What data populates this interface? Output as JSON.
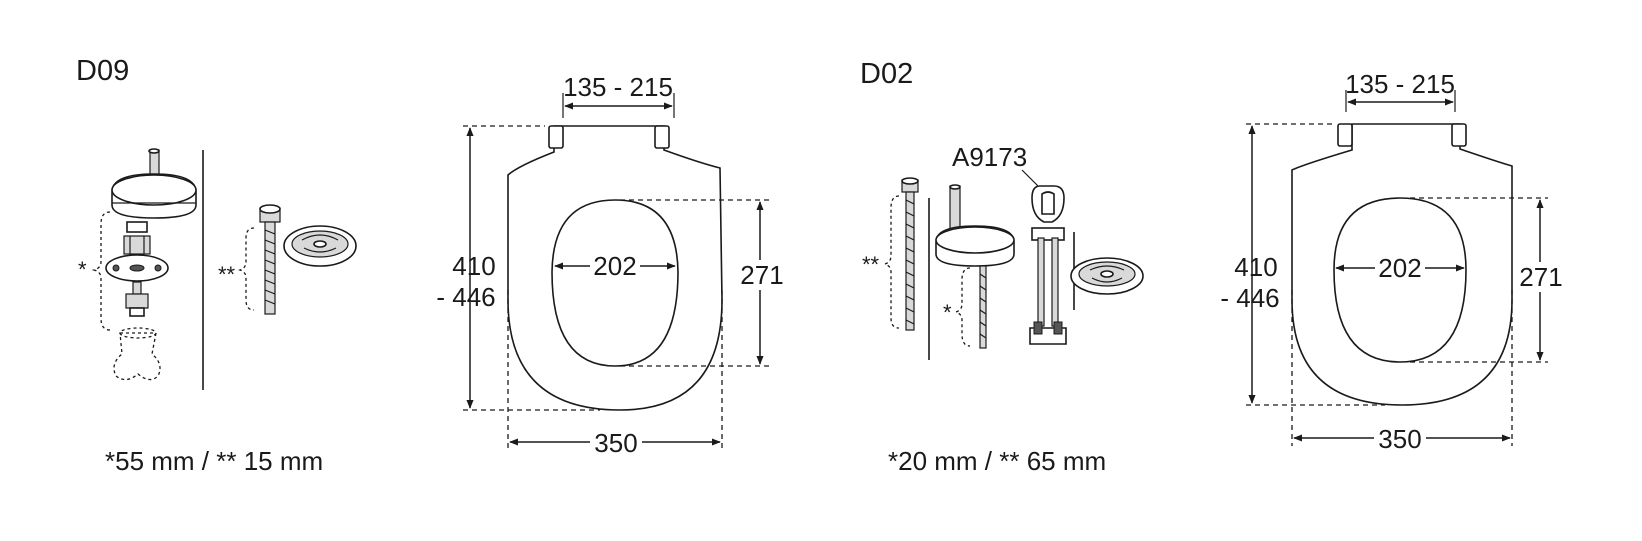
{
  "left": {
    "title": "D09",
    "hinge_range": "135 - 215",
    "length_top": "410",
    "length_bottom": "- 446",
    "inner_width": "202",
    "inner_length": "271",
    "outer_width": "350",
    "star_single": "*",
    "star_double": "**",
    "footnote": "*55 mm / ** 15 mm"
  },
  "right": {
    "title": "D02",
    "part_number": "A9173",
    "hinge_range": "135 - 215",
    "length_top": "410",
    "length_bottom": "- 446",
    "inner_width": "202",
    "inner_length": "271",
    "outer_width": "350",
    "star_single": "*",
    "star_double": "**",
    "footnote": "*20 mm / ** 65 mm"
  }
}
